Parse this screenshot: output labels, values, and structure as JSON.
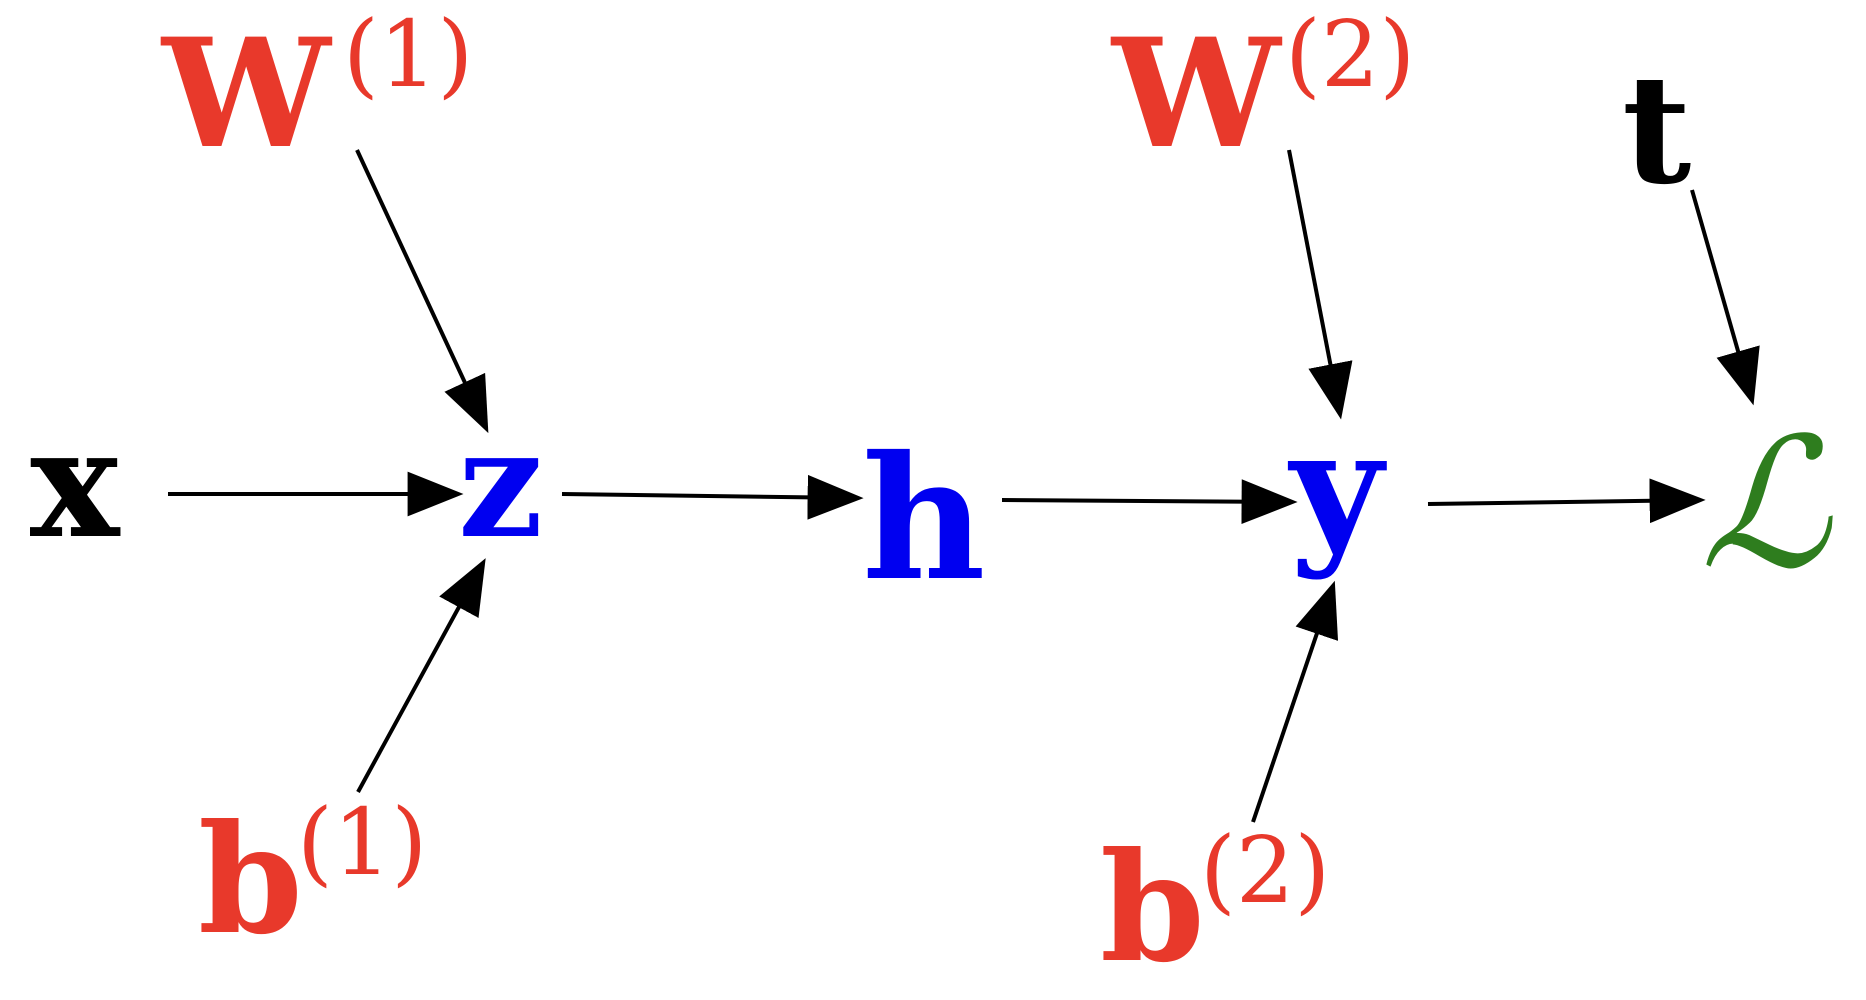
{
  "colors": {
    "input": "#000000",
    "parameter": "#e8392b",
    "hidden": "#0000f0",
    "loss": "#2e7d1e",
    "edge": "#000000"
  },
  "nodes": {
    "x": {
      "symbol": "x"
    },
    "z": {
      "symbol": "z"
    },
    "h": {
      "symbol": "h"
    },
    "y": {
      "symbol": "y"
    },
    "loss": {
      "symbol": "ℒ"
    },
    "t": {
      "symbol": "t"
    },
    "W1": {
      "symbol": "W",
      "superscript": "(1)"
    },
    "b1": {
      "symbol": "b",
      "superscript": "(1)"
    },
    "W2": {
      "symbol": "W",
      "superscript": "(2)"
    },
    "b2": {
      "symbol": "b",
      "superscript": "(2)"
    }
  },
  "edges": [
    {
      "from": "x",
      "to": "z"
    },
    {
      "from": "W1",
      "to": "z"
    },
    {
      "from": "b1",
      "to": "z"
    },
    {
      "from": "z",
      "to": "h"
    },
    {
      "from": "h",
      "to": "y"
    },
    {
      "from": "W2",
      "to": "y"
    },
    {
      "from": "b2",
      "to": "y"
    },
    {
      "from": "y",
      "to": "loss"
    },
    {
      "from": "t",
      "to": "loss"
    }
  ]
}
